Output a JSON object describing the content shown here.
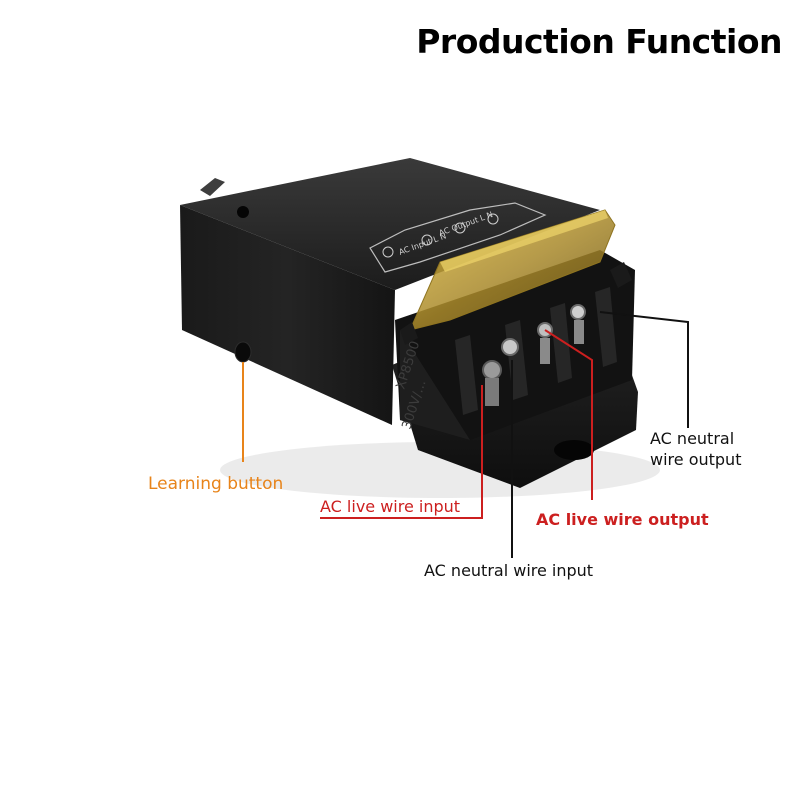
{
  "title": "Production Function",
  "labels": {
    "learning_button": "Learning button",
    "ac_live_input": "AC live wire input",
    "ac_live_output": "AC live wire output",
    "ac_neutral_input": "AC neutral wire input",
    "ac_neutral_output_line1": "AC neutral",
    "ac_neutral_output_line2": "wire output"
  },
  "device_markings": {
    "terminal_block_text": "XP8500",
    "voltage_text": "300V/…",
    "lid_left": "AC Input  L  N",
    "lid_right": "AC Output  L  N"
  },
  "colors": {
    "learning": "#e8841a",
    "live": "#cc1f1f",
    "neutral": "#111111"
  }
}
